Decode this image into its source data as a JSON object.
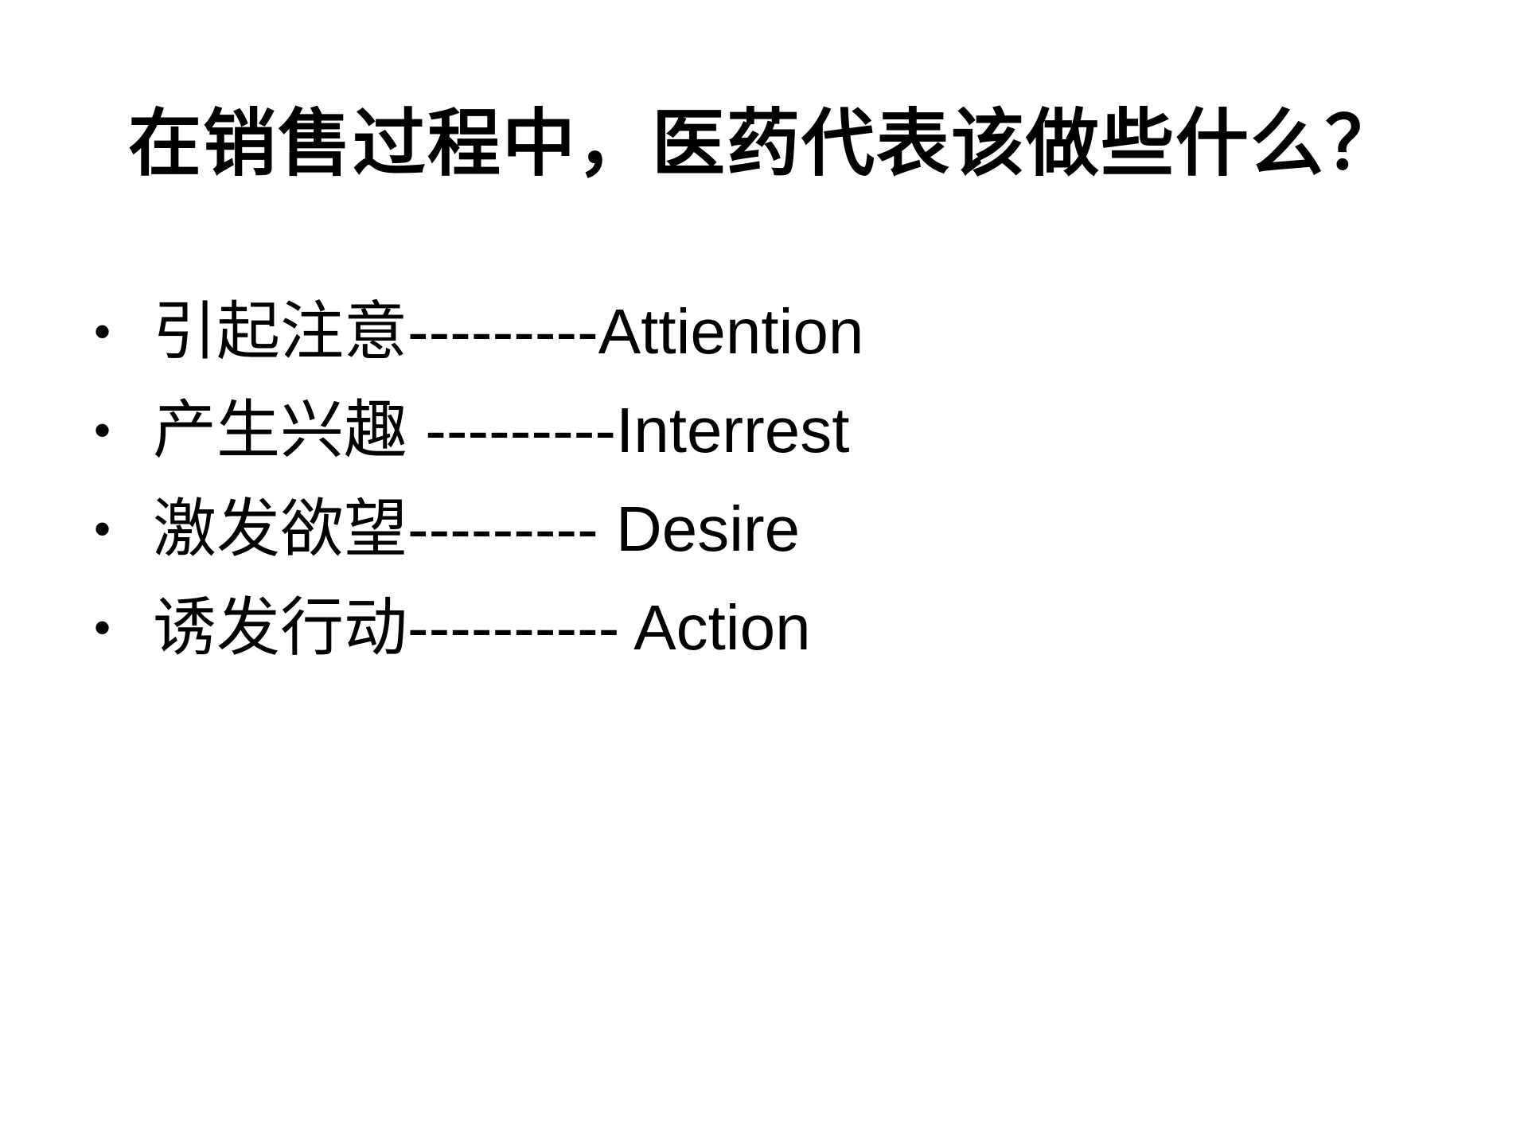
{
  "title": "在销售过程中，医药代表该做些什么？",
  "items": [
    {
      "cn": "引起注意",
      "en": "---------Attiention"
    },
    {
      "cn": "产生兴趣",
      "en": " ---------Interrest"
    },
    {
      "cn": "激发欲望",
      "en": "--------- Desire"
    },
    {
      "cn": "诱发行动",
      "en": "---------- Action"
    }
  ],
  "bullet": "•"
}
